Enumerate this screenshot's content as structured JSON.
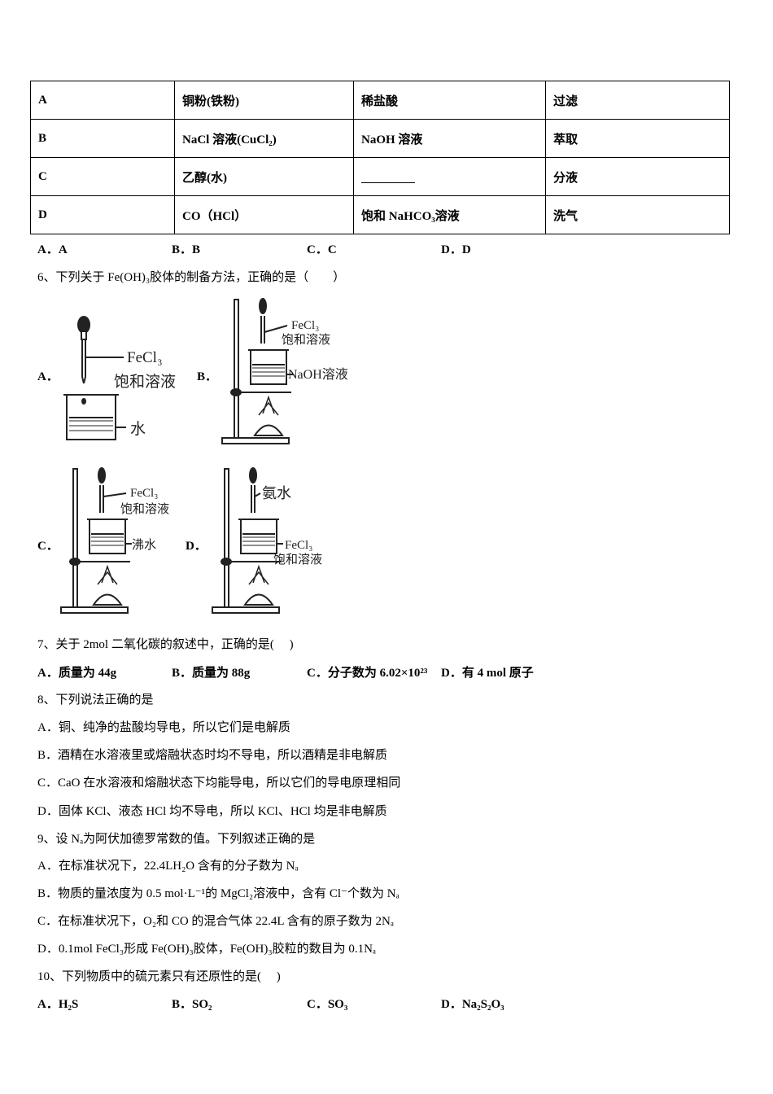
{
  "table": {
    "rows": [
      {
        "option": "A",
        "mixture": "铜粉(铁粉)",
        "reagent": "稀盐酸",
        "method": "过滤"
      },
      {
        "option": "B",
        "mixture": "NaCl 溶液(CuCl₂)",
        "reagent": "NaOH 溶液",
        "method": "萃取"
      },
      {
        "option": "C",
        "mixture": "乙醇(水)",
        "reagent": "",
        "method": "分液"
      },
      {
        "option": "D",
        "mixture": "CO（HCl）",
        "reagent": "饱和 NaHCO₃溶液",
        "method": "洗气"
      }
    ]
  },
  "q5_choices": [
    "A．A",
    "B．B",
    "C．C",
    "D．D"
  ],
  "q6": {
    "stem": "6、下列关于 Fe(OH)₃胶体的制备方法，正确的是（　　）",
    "labels": [
      "A．",
      "B．",
      "C．",
      "D．"
    ],
    "figA": {
      "dropper": "FeCl₃",
      "dropper2": "饱和溶液",
      "beaker": "水"
    },
    "figB": {
      "dropper": "FeCl₃",
      "dropper2": "饱和溶液",
      "beaker": "NaOH溶液"
    },
    "figC": {
      "dropper": "FeCl₃",
      "dropper2": "饱和溶液",
      "beaker": "沸水"
    },
    "figD": {
      "dropper": "氨水",
      "beaker": "FeCl₃",
      "beaker2": "饱和溶液"
    }
  },
  "q7": {
    "stem": "7、关于 2mol 二氧化碳的叙述中，正确的是(　 )",
    "choices": [
      "A．质量为 44g",
      "B．质量为 88g",
      "C．分子数为 6.02×10²³",
      "D．有 4 mol 原子"
    ]
  },
  "q8": {
    "stem": "8、下列说法正确的是",
    "choices": [
      "A．铜、纯净的盐酸均导电，所以它们是电解质",
      "B．酒精在水溶液里或熔融状态时均不导电，所以酒精是非电解质",
      "C．CaO 在水溶液和熔融状态下均能导电，所以它们的导电原理相同",
      "D．固体 KCl、液态 HCl 均不导电，所以 KCl、HCl 均是非电解质"
    ]
  },
  "q9": {
    "stem": "9、设 Nₐ为阿伏加德罗常数的值。下列叙述正确的是",
    "choices": [
      "A．在标准状况下，22.4LH₂O 含有的分子数为 Nₐ",
      "B．物质的量浓度为 0.5 mol·L⁻¹的 MgCl₂溶液中，含有 Cl⁻个数为 Nₐ",
      "C．在标准状况下，O₂和 CO 的混合气体 22.4L 含有的原子数为 2Nₐ",
      "D．0.1mol FeCl₃形成 Fe(OH)₃胶体，Fe(OH)₃胶粒的数目为 0.1Nₐ"
    ]
  },
  "q10": {
    "stem": "10、下列物质中的硫元素只有还原性的是(　 )",
    "choices": [
      "A．H₂S",
      "B．SO₂",
      "C．SO₃",
      "D．Na₂S₂O₃"
    ]
  }
}
